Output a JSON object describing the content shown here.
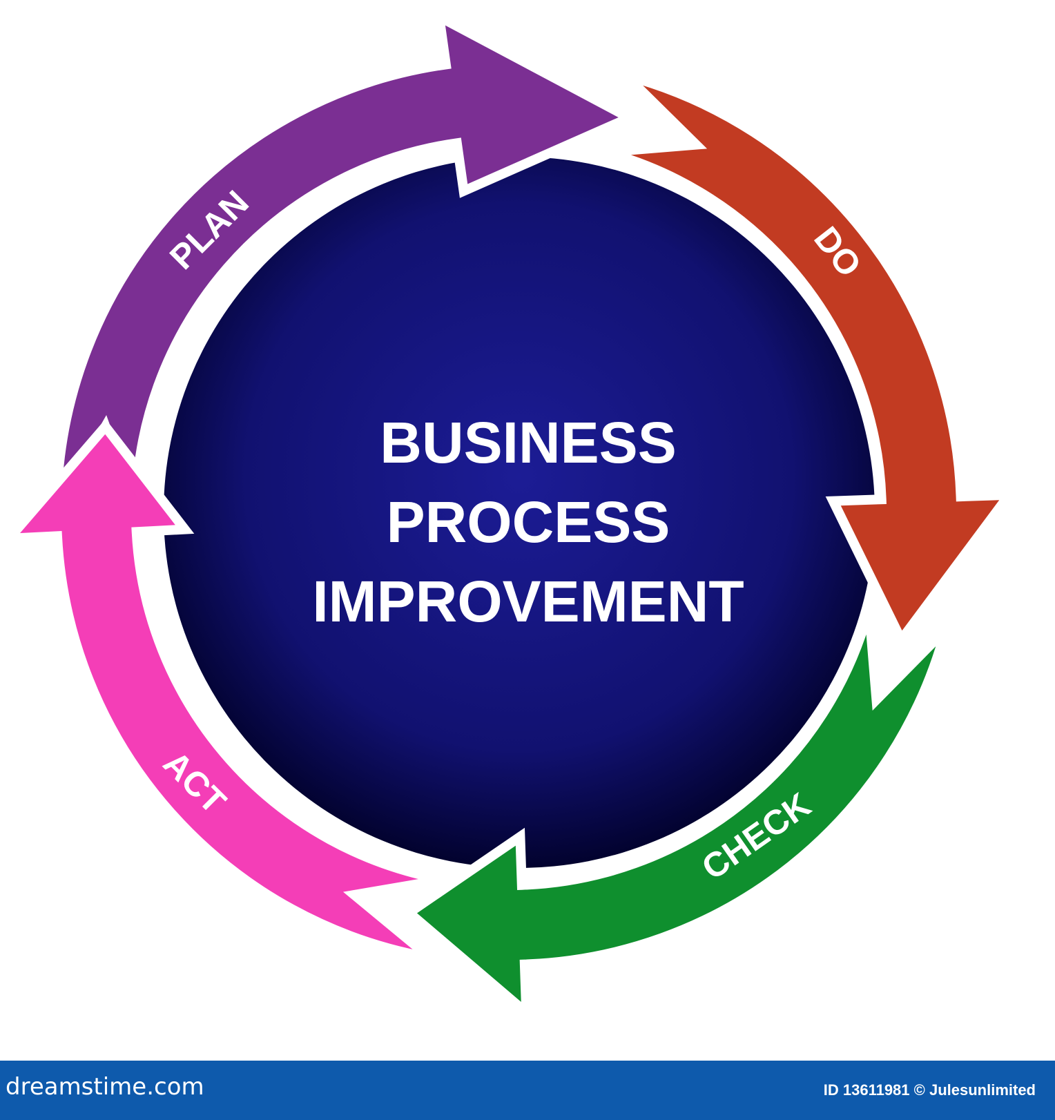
{
  "center_title": [
    "BUSINESS",
    "PROCESS",
    "IMPROVEMENT"
  ],
  "stages": [
    {
      "label": "PLAN",
      "color": "#7b2f93"
    },
    {
      "label": "DO",
      "color": "#c23b22"
    },
    {
      "label": "CHECK",
      "color": "#0f8f2e"
    },
    {
      "label": "ACT",
      "color": "#f43eb7"
    }
  ],
  "colors": {
    "circle_center": "#1c1c95",
    "circle_edge": "#02022e",
    "footer": "#0e5aac"
  },
  "footer": {
    "brand": "dreamstime.com",
    "credit": "ID 13611981 © Julesunlimited"
  }
}
